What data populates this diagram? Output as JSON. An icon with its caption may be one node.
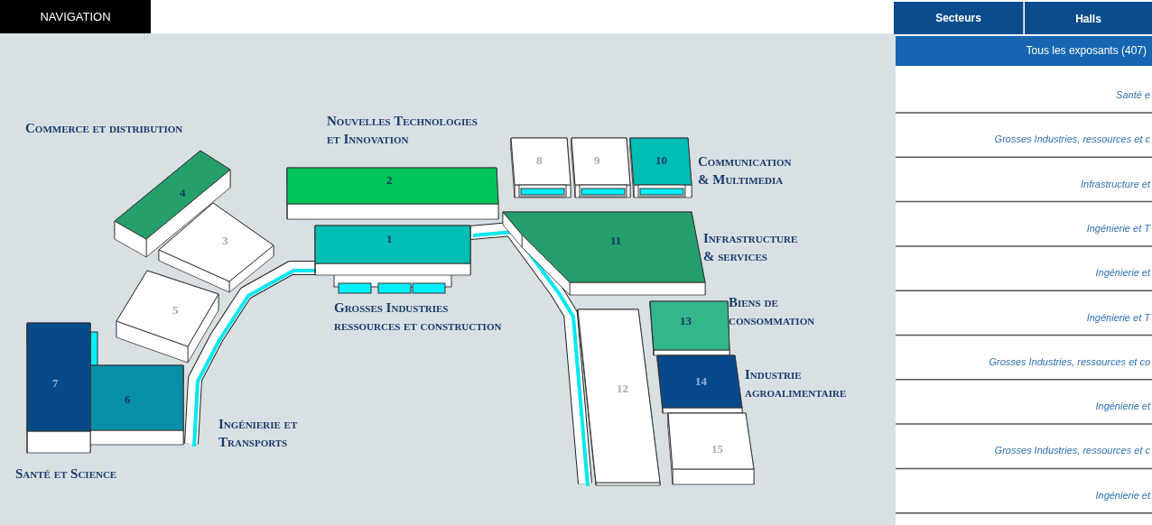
{
  "diagram": {
    "nodes": [
      {
        "text": [
          "1"
        ]
      },
      {
        "text": [
          "2"
        ]
      },
      {
        "text": [
          "3"
        ]
      },
      {
        "text": [
          "4"
        ]
      },
      {
        "text": [
          "5"
        ]
      },
      {
        "text": [
          "6"
        ]
      },
      {
        "text": [
          "7"
        ]
      },
      {
        "text": [
          "8"
        ]
      },
      {
        "text": [
          "9"
        ]
      },
      {
        "text": [
          "10"
        ]
      },
      {
        "text": [
          "11"
        ]
      },
      {
        "text": [
          "12"
        ]
      },
      {
        "text": [
          "13"
        ]
      },
      {
        "text": [
          "14"
        ]
      },
      {
        "text": [
          "15"
        ]
      }
    ],
    "labels": [
      "NAVIGATION",
      "Secteurs",
      "Halls",
      "Tous les exposants (407)",
      "Commerce et distribution",
      "Nouvelles Technologies et Innovation",
      "Communication & Multimedia",
      "Infrastructure & services",
      "Grosses Industries ressources et construction",
      "Biens de consommation",
      "Industrie agroalimentaire",
      "Ingénierie et Transports",
      "Santé et Science",
      "Santé e",
      "Grosses Industries, ressources et c",
      "Infrastructure et",
      "Ingénierie et T",
      "Ingénierie et",
      "Ingénierie et T",
      "Grosses Industries, ressources et co",
      "Ingénierie et",
      "Grosses Industries, ressources et c",
      "Ingénierie et"
    ]
  }
}
